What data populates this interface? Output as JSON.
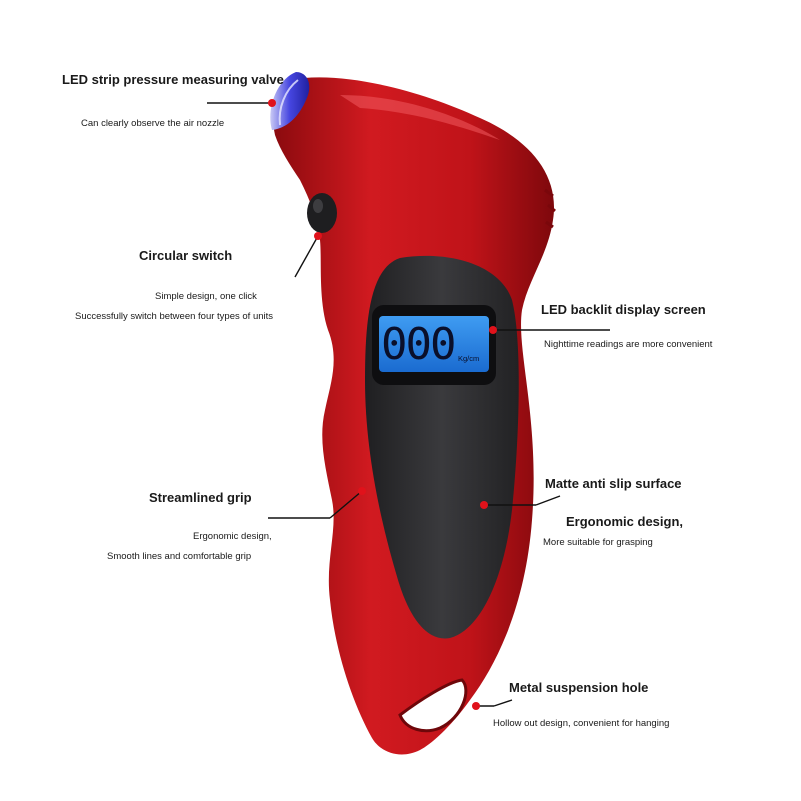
{
  "callouts": {
    "valve": {
      "title": "LED strip pressure measuring valve",
      "desc": "Can clearly observe the air nozzle"
    },
    "switch": {
      "title": "Circular switch",
      "desc1": "Simple design, one click",
      "desc2": "Successfully switch between four types of units"
    },
    "screen": {
      "title": "LED backlit display screen",
      "desc": "Nighttime readings are more convenient"
    },
    "grip": {
      "title": "Streamlined grip",
      "desc1": "Ergonomic design,",
      "desc2": "Smooth lines and comfortable grip"
    },
    "surface": {
      "title": "Matte anti slip surface",
      "subtitle": "Ergonomic design,",
      "desc": "More suitable for grasping"
    },
    "hole": {
      "title": "Metal suspension hole",
      "desc": "Hollow out design, convenient for hanging"
    }
  },
  "display": {
    "reading": "000",
    "unit": "Kg/cm"
  },
  "colors": {
    "body": "#c8161d",
    "body_dark": "#8e0c10",
    "panel": "#2f2f31",
    "lcd": "#1e7ae0",
    "marker": "#e0121b",
    "nozzle": "#3a3ad8"
  }
}
